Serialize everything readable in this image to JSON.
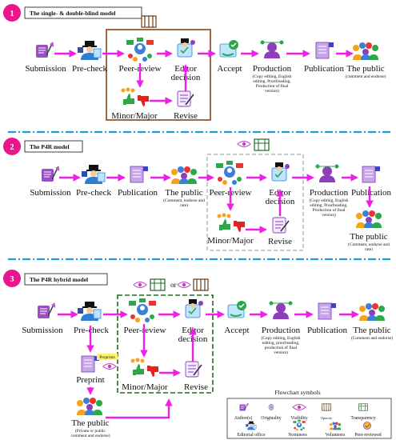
{
  "models": [
    {
      "number": "1",
      "title": "The single- & double-blind model",
      "steps": {
        "submission": "Submission",
        "precheck": "Pre-check",
        "peer_review": "Peer-review",
        "editor": "Editor\ndecision",
        "minor_major": "Minor/Major",
        "revise": "Revise",
        "accept": "Accept",
        "production": "Production",
        "production_note": "(Copy editing, English\nediting, Proofreading,\nProduction of final\nversion)",
        "publication": "Publication",
        "public": "The public",
        "public_note": "(comment and endorse)"
      }
    },
    {
      "number": "2",
      "title": "The P4R model",
      "steps": {
        "submission": "Submission",
        "precheck": "Pre-check",
        "publication": "Publication",
        "public": "The public",
        "public_note": "(Comment, endorse and\nrate)",
        "peer_review": "Peer-review",
        "editor": "Editor\ndecision",
        "minor_major": "Minor/Major",
        "revise": "Revise",
        "production": "Production",
        "production_note": "(Copy editing, English\nediting, Proofreading,\nProduction of final\nversion)",
        "publication_final": "Publication",
        "public_final": "The public",
        "public_final_note": "(Comment, endorse and\nrate)"
      }
    },
    {
      "number": "3",
      "title": "The P4R hybrid model",
      "or_text": "or",
      "steps": {
        "submission": "Submission",
        "precheck": "Pre-check",
        "peer_review": "Peer-review",
        "editor": "Editor\ndecision",
        "minor_major": "Minor/Major",
        "revise": "Revise",
        "accept": "Accept",
        "production": "Production",
        "production_note": "(Copy editing, English\nediting, proofreading,\nproduction of final\nversion)",
        "publication": "Publication",
        "public": "The public",
        "public_note": "(Comment and endorse)",
        "preprint": "Preprint",
        "preprint_tag": "Preprints",
        "public_pre": "The public",
        "public_pre_note": "(Private or public\ncomment and endorse)"
      }
    }
  ],
  "legend": {
    "title": "Flowchart symbols",
    "items": [
      {
        "label": "Author(s)",
        "icon": "quill-scroll-icon"
      },
      {
        "label": "Originality",
        "icon": "fingerprint-icon"
      },
      {
        "label": "Visibility",
        "icon": "eye-icon"
      },
      {
        "label": "Opacity",
        "icon": "barred-window-icon"
      },
      {
        "label": "Transparency",
        "icon": "open-window-icon"
      },
      {
        "label": "Editorial office",
        "icon": "editor-icon"
      },
      {
        "label": "Nominees",
        "icon": "nominees-icon"
      },
      {
        "label": "Volunteers",
        "icon": "volunteers-icon"
      },
      {
        "label": "Peer-reviewed",
        "icon": "peer-reviewed-icon"
      }
    ]
  },
  "colors": {
    "arrow": "#ee1fe6",
    "badge": "#e8188c",
    "separator": "#1a9fd6",
    "box1": "#8b4513",
    "box2": "#aaaaaa",
    "box3": "#1f6b1f",
    "accent_purple": "#8e3dbb",
    "accent_green": "#2aa84a"
  }
}
